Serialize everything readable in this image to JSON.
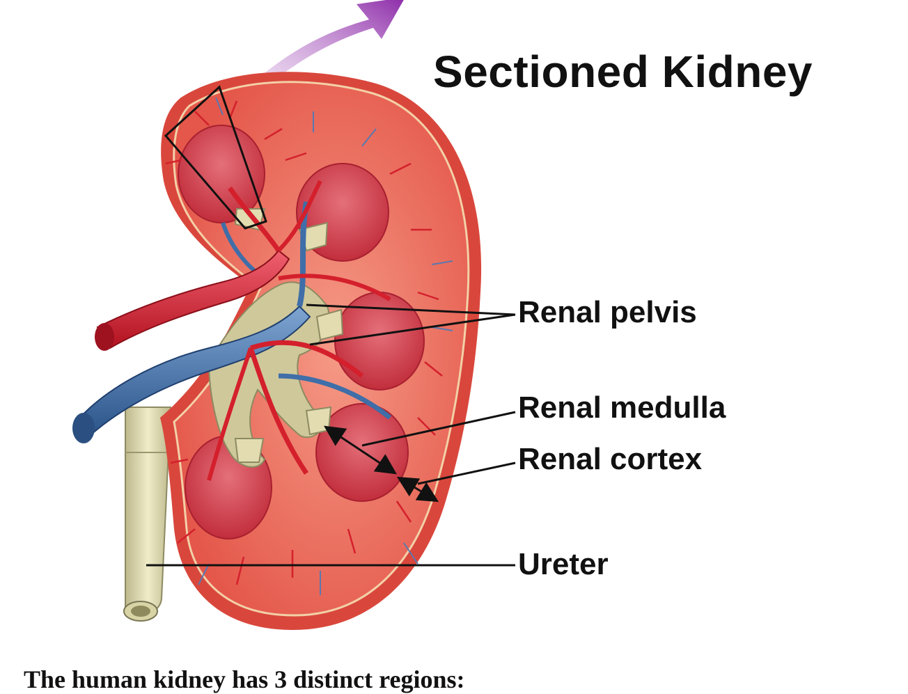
{
  "title": "Sectioned Kidney",
  "labels": {
    "renal_pelvis": "Renal pelvis",
    "renal_medulla": "Renal medulla",
    "renal_cortex": "Renal cortex",
    "ureter": "Ureter"
  },
  "caption": "The human kidney has 3 distinct regions:",
  "colors": {
    "cortex": "#e8564a",
    "capsule": "#d9473c",
    "medulla_pyramid": "#cf3c44",
    "artery": "#d4202c",
    "vein": "#3f6ea8",
    "pelvis_ureter": "#d8d2a8",
    "arrow": "#9b3fb0"
  }
}
